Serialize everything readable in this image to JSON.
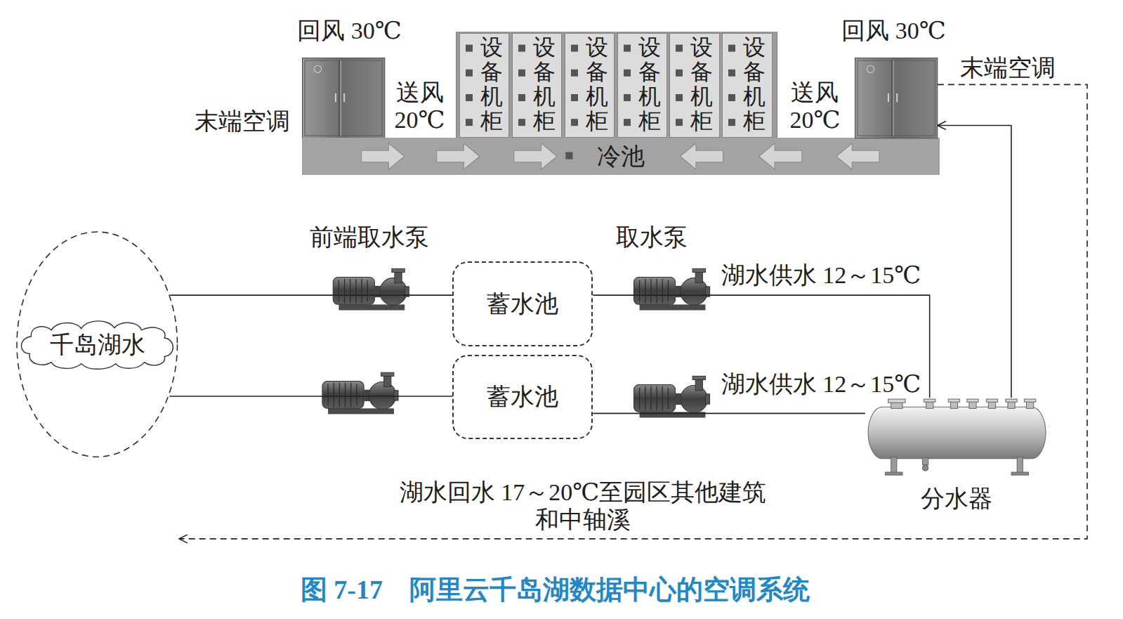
{
  "diagram": {
    "caption": "图 7-17　阿里云千岛湖数据中心的空调系统",
    "nodes": [
      {
        "text": [
          "末端空调"
        ]
      },
      {
        "text": [
          "设备机柜"
        ]
      },
      {
        "text": [
          "设备机柜"
        ]
      },
      {
        "text": [
          "设备机柜"
        ]
      },
      {
        "text": [
          "设备机柜"
        ]
      },
      {
        "text": [
          "设备机柜"
        ]
      },
      {
        "text": [
          "设备机柜"
        ]
      },
      {
        "text": [
          "冷池"
        ]
      },
      {
        "text": [
          "末端空调"
        ]
      },
      {
        "text": [
          "千岛湖水"
        ]
      },
      {
        "text": [
          "蓄水池"
        ]
      },
      {
        "text": [
          "蓄水池"
        ]
      },
      {
        "text": [
          "分水器"
        ]
      }
    ],
    "edges": [
      {
        "from": 9,
        "to": 10,
        "arrow": "none"
      },
      {
        "from": 9,
        "to": 11,
        "arrow": "none"
      },
      {
        "from": 10,
        "to": 12,
        "label": "湖水供水 12～15℃",
        "arrow": "none"
      },
      {
        "from": 11,
        "to": 12,
        "label": "湖水供水 12～15℃",
        "arrow": "none"
      },
      {
        "from": 12,
        "to": 8,
        "arrow": "to"
      },
      {
        "from": 8,
        "to": 9,
        "label": "湖水回水 17～20℃至园区其他建筑和中轴溪",
        "arrow": "to"
      }
    ],
    "labels": [
      "回风 30℃",
      "送风 20℃",
      "送风 20℃",
      "回风 30℃",
      "前端取水泵",
      "取水泵"
    ]
  }
}
